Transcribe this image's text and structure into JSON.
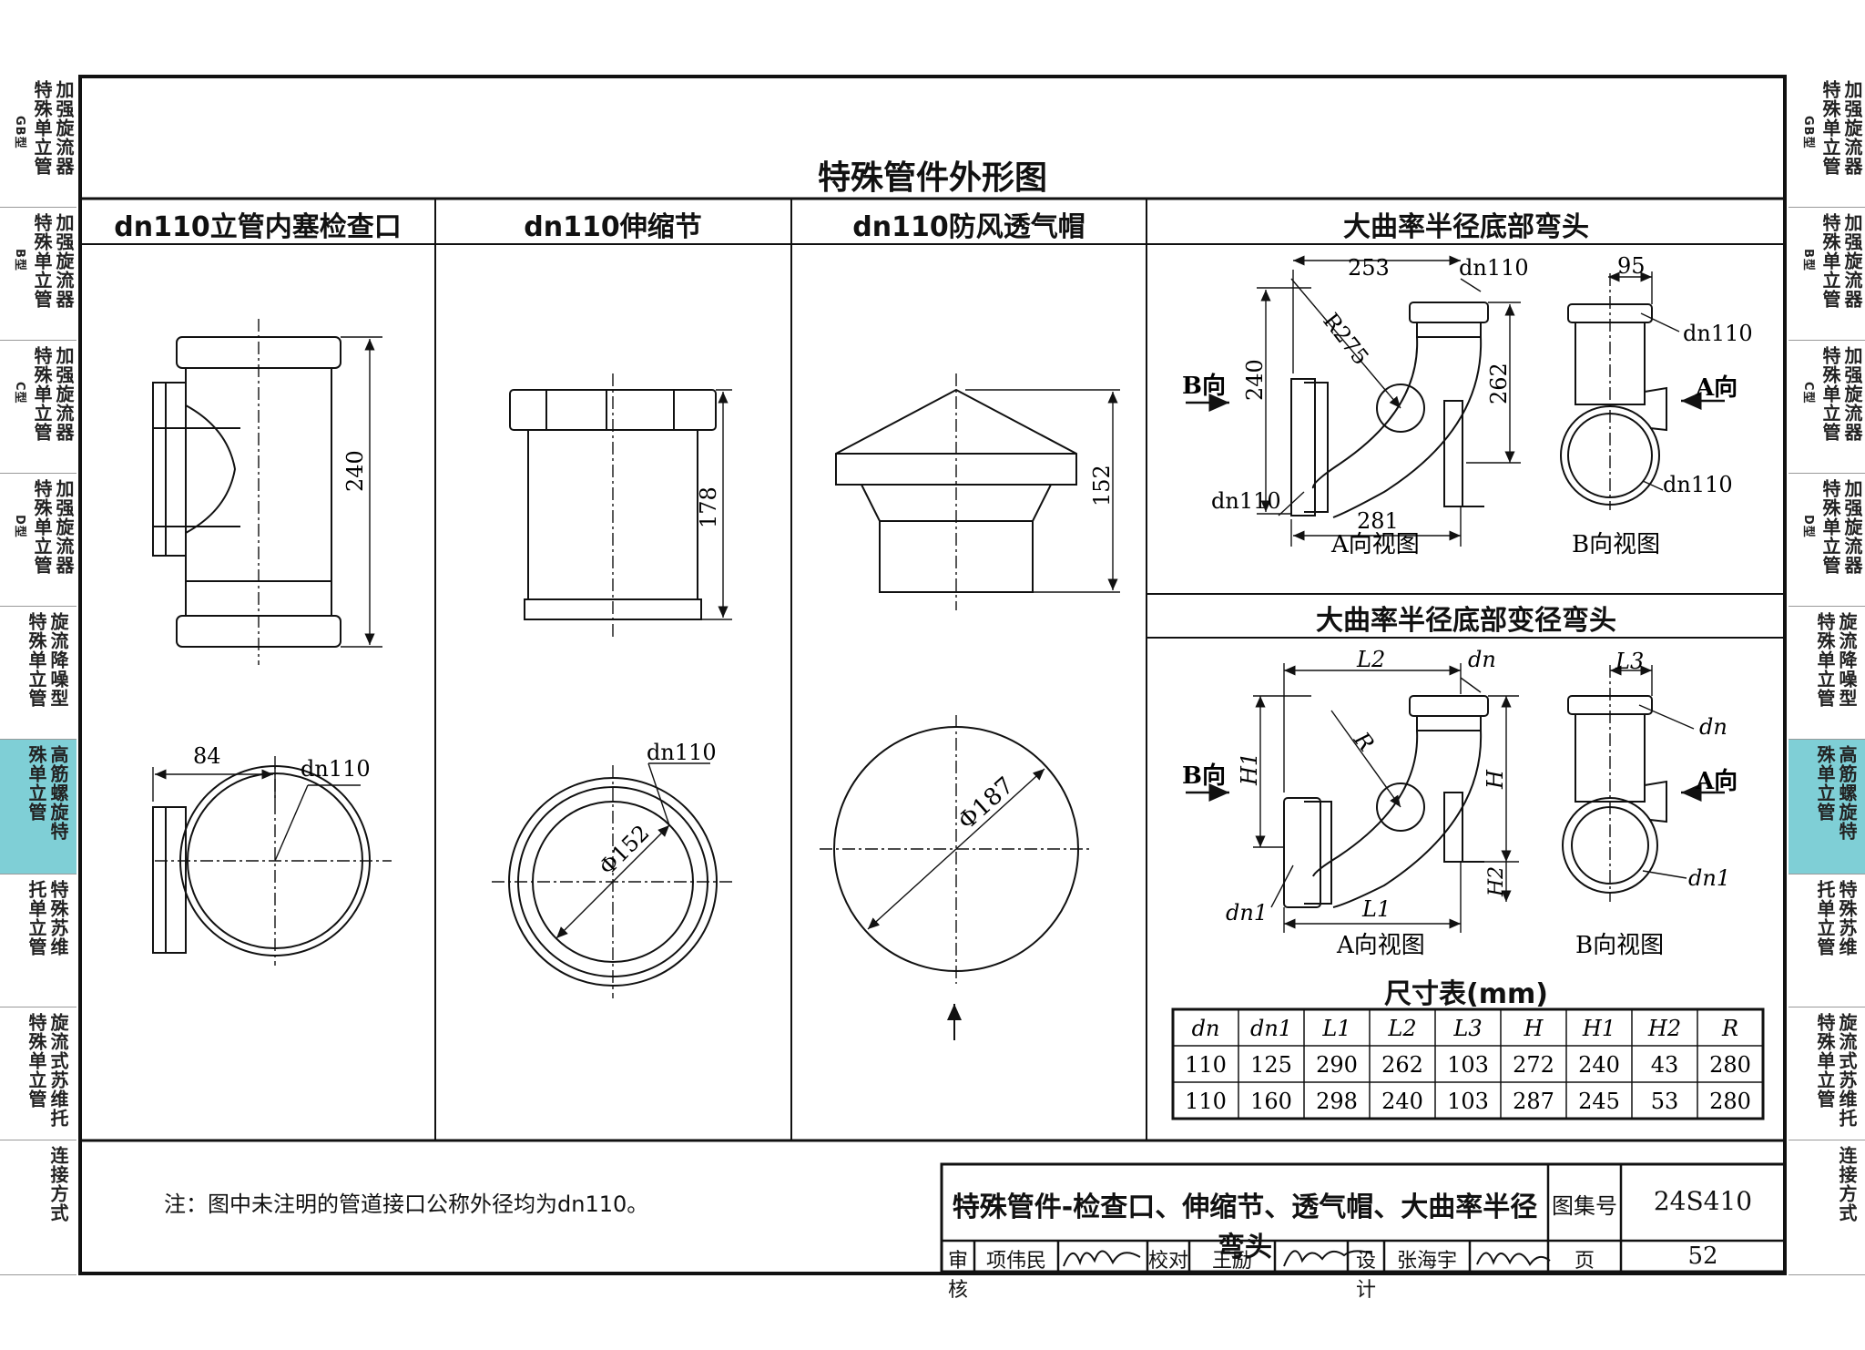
{
  "left_tabs": [
    {
      "pre": "GB型",
      "text": "加强旋流器特殊单立管"
    },
    {
      "pre": "B型",
      "text": "加强旋流器特殊单立管"
    },
    {
      "pre": "C型",
      "text": "加强旋流器特殊单立管"
    },
    {
      "pre": "D型",
      "text": "加强旋流器特殊单立管"
    },
    {
      "pre": "",
      "text": "旋流降噪型特殊单立管"
    },
    {
      "pre": "",
      "text": "高筋螺旋特殊单立管"
    },
    {
      "pre": "",
      "text": "特殊苏维托单立管"
    },
    {
      "pre": "",
      "text": "旋流式苏维托特殊单立管"
    },
    {
      "pre": "",
      "text": "连接方式"
    }
  ],
  "right_tabs": [
    {
      "pre": "GB型",
      "text": "加强旋流器特殊单立管"
    },
    {
      "pre": "B型",
      "text": "加强旋流器特殊单立管"
    },
    {
      "pre": "C型",
      "text": "加强旋流器特殊单立管"
    },
    {
      "pre": "D型",
      "text": "加强旋流器特殊单立管"
    },
    {
      "pre": "",
      "text": "旋流降噪型特殊单立管"
    },
    {
      "pre": "",
      "text": "高筋螺旋特殊单立管"
    },
    {
      "pre": "",
      "text": "特殊苏维托单立管"
    },
    {
      "pre": "",
      "text": "旋流式苏维托特殊单立管"
    },
    {
      "pre": "",
      "text": "连接方式"
    }
  ],
  "title": "特殊管件外形图",
  "headers": {
    "col1": "dn110立管内塞检查口",
    "col2": "dn110伸缩节",
    "col3": "dn110防风透气帽",
    "col4": "大曲率半径底部弯头",
    "col4b": "大曲率半径底部变径弯头"
  },
  "dims": {
    "c1_height": "240",
    "c1_width": "84",
    "c1_dn": "dn110",
    "c2_height": "178",
    "c2_dn": "dn110",
    "c2_dia": "Φ152",
    "c3_height": "152",
    "c3_dia": "Φ187",
    "e_253": "253",
    "e_dn110_top": "dn110",
    "e_r275": "R275",
    "e_240": "240",
    "e_262": "262",
    "e_281": "281",
    "e_dn110_bot": "dn110",
    "e_b_dir": "B向",
    "e_95": "95",
    "e_dn110_r1": "dn110",
    "e_a_dir": "A向",
    "e_dn110_r2": "dn110",
    "e_view_a": "A向视图",
    "e_view_b": "B向视图",
    "v_l2": "L2",
    "v_dn": "dn",
    "v_r": "R",
    "v_h1": "H1",
    "v_h": "H",
    "v_h2": "H2",
    "v_l1": "L1",
    "v_dn1": "dn1",
    "v_b_dir": "B向",
    "v_l3": "L3",
    "v_dn_r": "dn",
    "v_a_dir": "A向",
    "v_dn1_r": "dn1",
    "v_view_a": "A向视图",
    "v_view_b": "B向视图"
  },
  "table": {
    "title": "尺寸表(mm)",
    "columns": [
      "dn",
      "dn1",
      "L1",
      "L2",
      "L3",
      "H",
      "H1",
      "H2",
      "R"
    ],
    "rows": [
      [
        "110",
        "125",
        "290",
        "262",
        "103",
        "272",
        "240",
        "43",
        "280"
      ],
      [
        "110",
        "160",
        "298",
        "240",
        "103",
        "287",
        "245",
        "53",
        "280"
      ]
    ]
  },
  "note": "注：图中未注明的管道接口公称外径均为dn110。",
  "titleblock": {
    "drawing_title": "特殊管件-检查口、伸缩节、透气帽、大曲率半径弯头",
    "atlas_label": "图集号",
    "atlas_no": "24S410",
    "review_label": "审核",
    "reviewer": "项伟民",
    "check_label": "校对",
    "checker": "王励",
    "design_label": "设计",
    "designer": "张海宇",
    "page_label": "页",
    "page_no": "52"
  },
  "colors": {
    "active_tab": "#7fcfd6",
    "line": "#111111"
  }
}
